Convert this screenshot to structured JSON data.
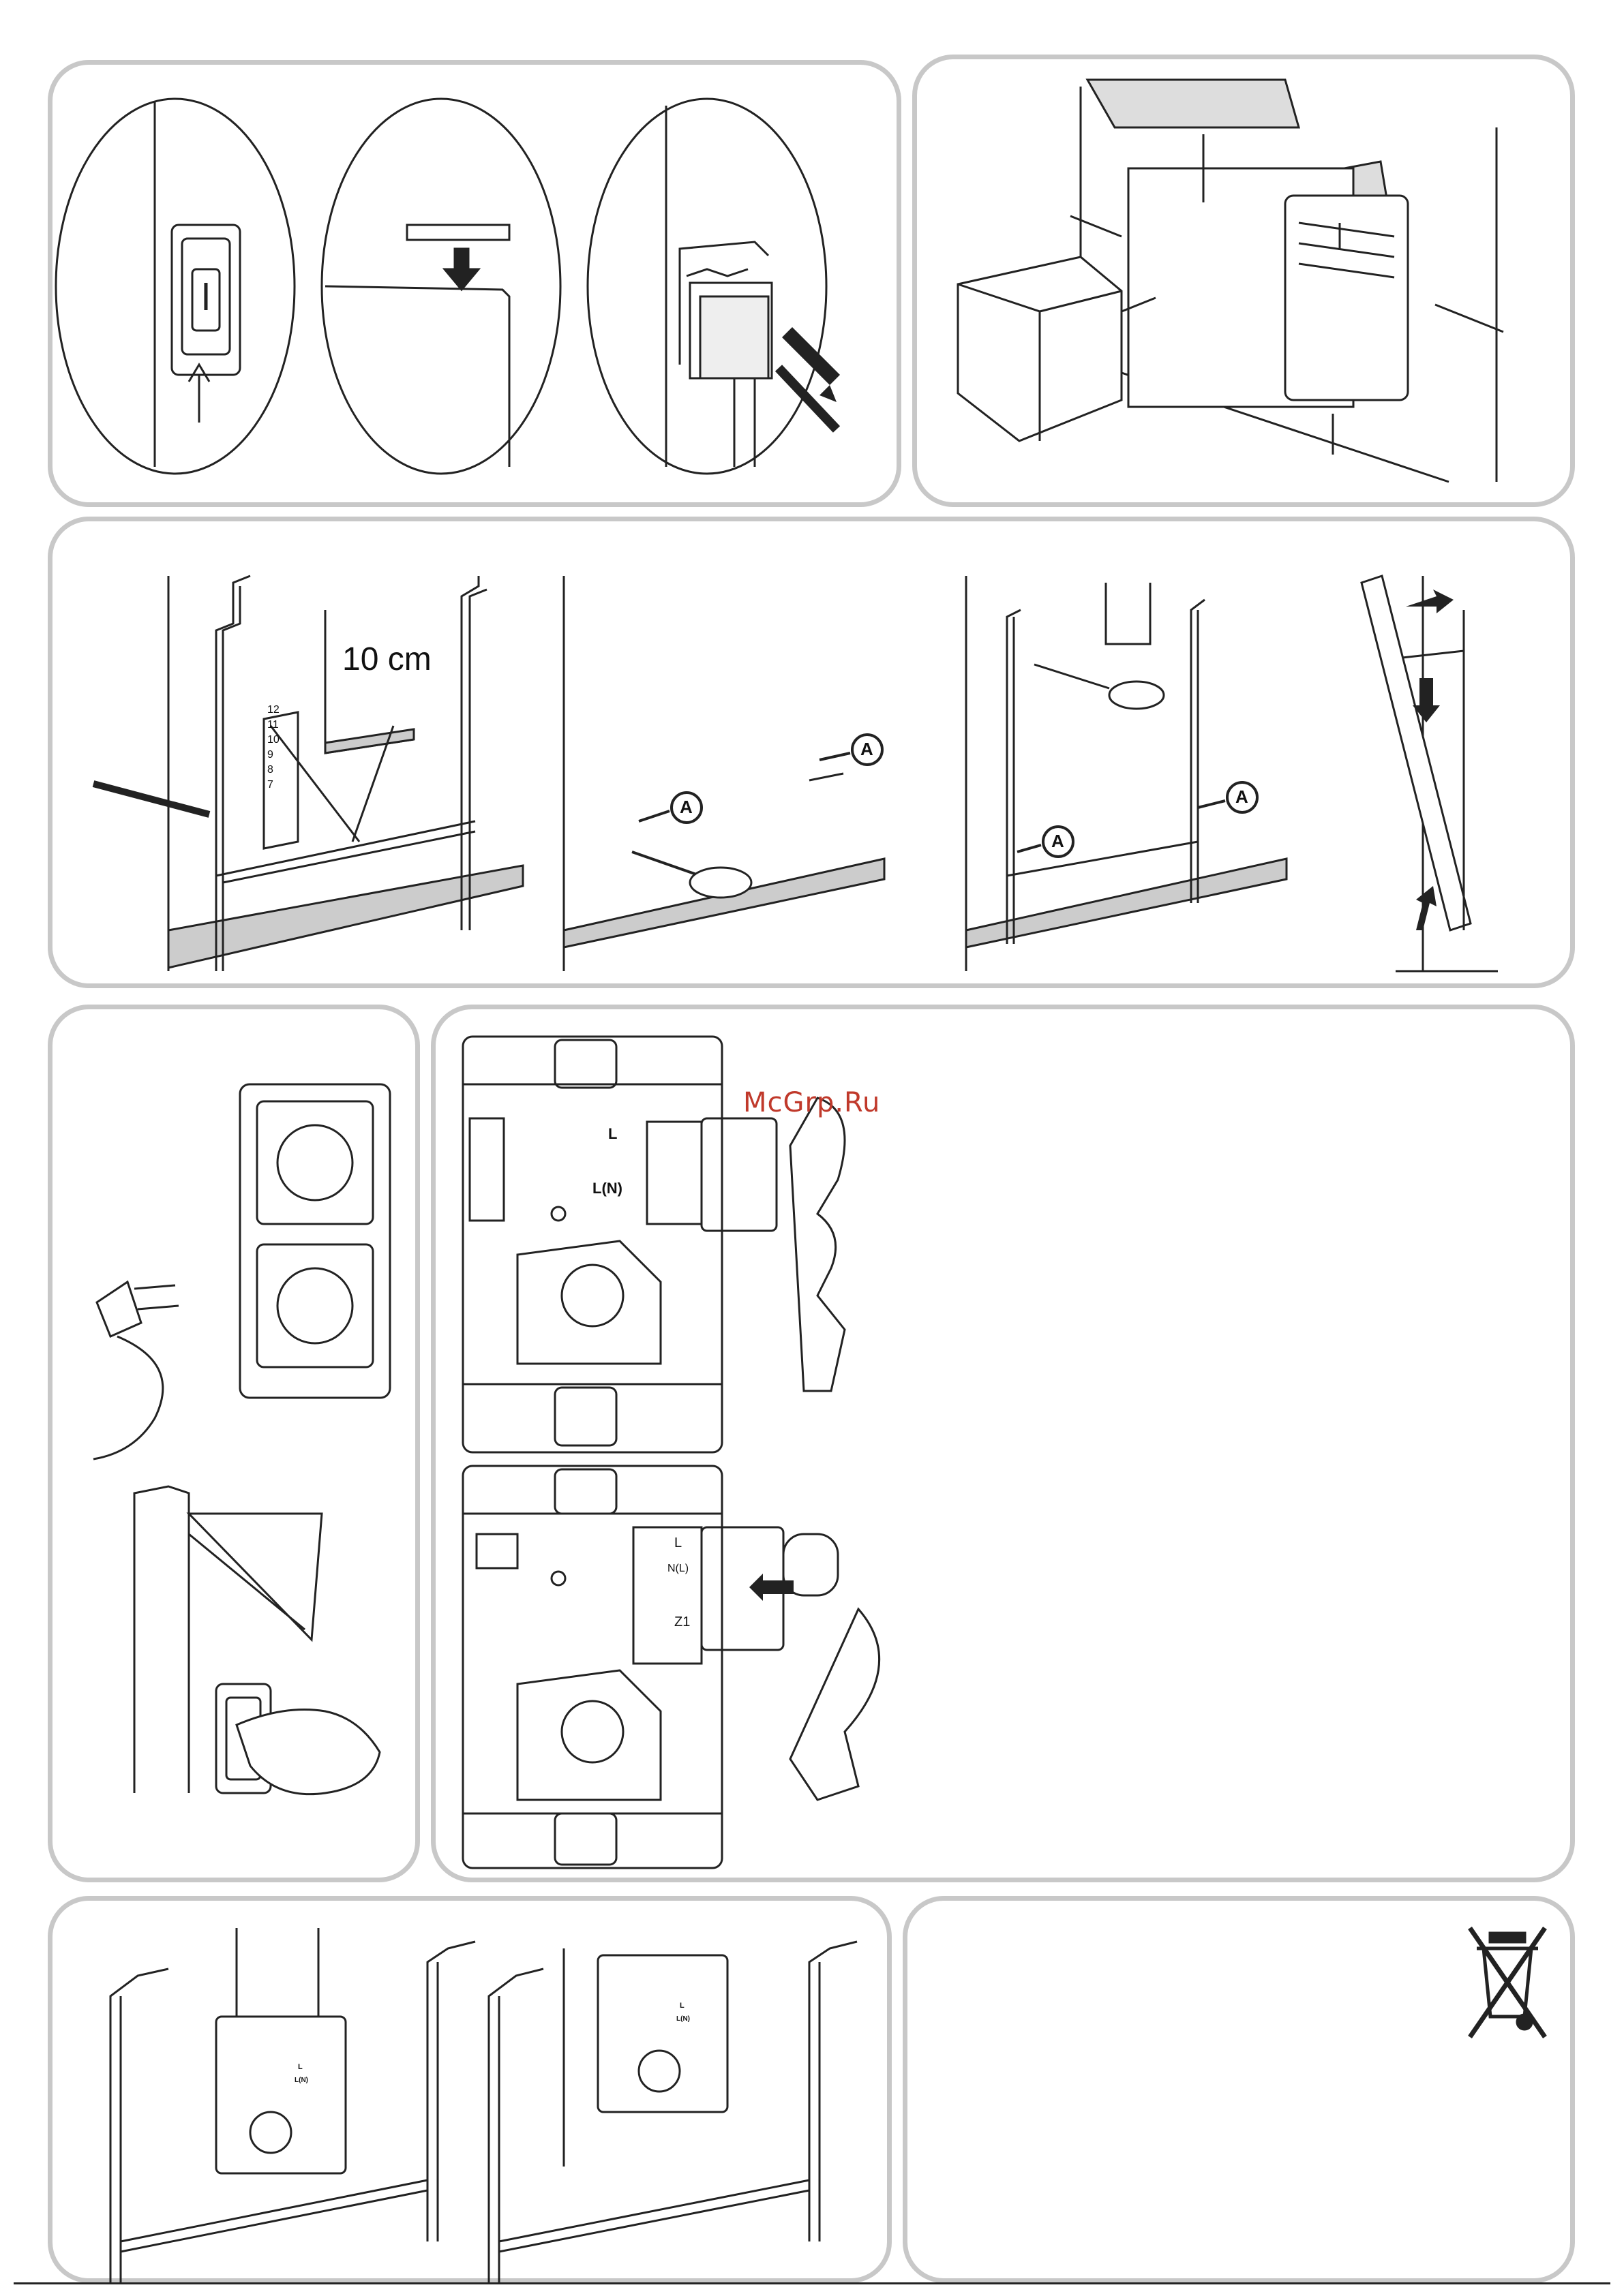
{
  "labels": {
    "distance": "10 cm",
    "hole_numbers": [
      "12",
      "11",
      "10",
      "9",
      "8",
      "7"
    ],
    "marker": "A",
    "terminal_box_1": {
      "line": "L",
      "neutral": "L(N)"
    },
    "terminal_box_2": {
      "line": "L",
      "neutral": "N(L)",
      "pilot": "Z1"
    },
    "mini_box": {
      "line": "L",
      "neutral": "L(N)"
    }
  },
  "watermark": "McGrp.Ru",
  "icons": [
    "switch-icon",
    "clip-icon",
    "plug-icon",
    "clearance-diagram",
    "bracket-icon",
    "screwdriver-icon",
    "socket-icon",
    "hand-icon",
    "terminal-block-icon",
    "weee-crossed-bin-icon"
  ],
  "colors": {
    "panel_border": "#c8c8c8",
    "ink": "#1a1a1a",
    "watermark": "#c0392b"
  }
}
